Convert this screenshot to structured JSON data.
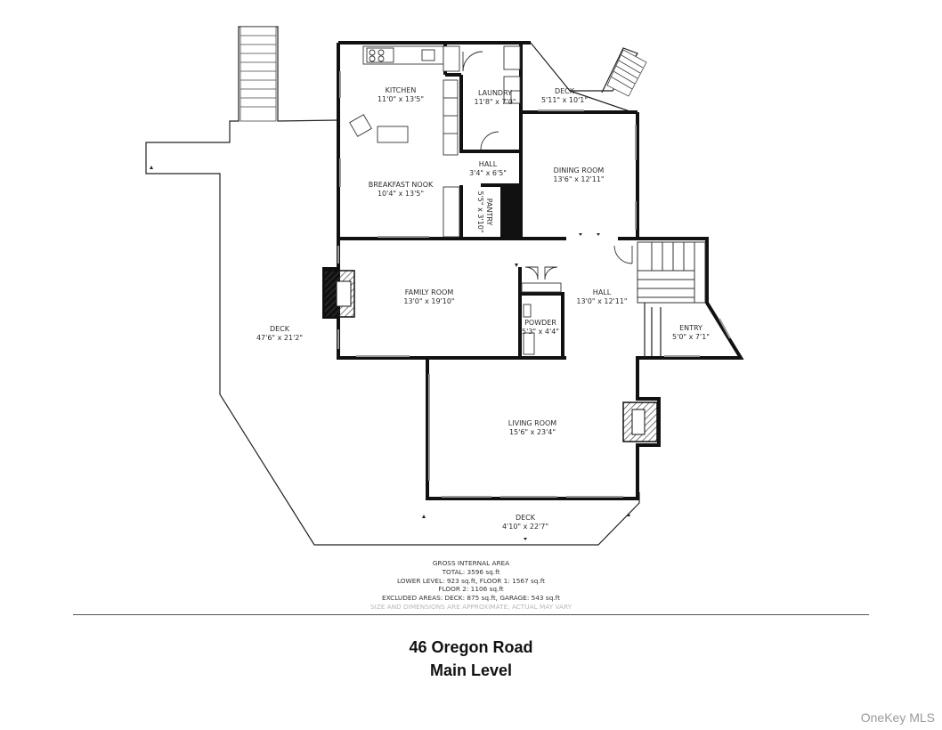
{
  "rooms": [
    {
      "key": "kitchen",
      "name": "KITCHEN",
      "dims": "11'0\" x 13'5\""
    },
    {
      "key": "laundry",
      "name": "LAUNDRY",
      "dims": "11'8\" x 7'0\""
    },
    {
      "key": "deck_ne",
      "name": "DECK",
      "dims": "5'11\" x 10'1\""
    },
    {
      "key": "hall_upper",
      "name": "HALL",
      "dims": "3'4\" x 6'5\""
    },
    {
      "key": "breakfast",
      "name": "BREAKFAST NOOK",
      "dims": "10'4\" x 13'5\""
    },
    {
      "key": "dining",
      "name": "DINING ROOM",
      "dims": "13'6\" x 12'11\""
    },
    {
      "key": "pantry",
      "name": "PANTRY",
      "dims": "5'5\" x 3'10\""
    },
    {
      "key": "family",
      "name": "FAMILY ROOM",
      "dims": "13'0\" x 19'10\""
    },
    {
      "key": "hall_main",
      "name": "HALL",
      "dims": "13'0\" x 12'11\""
    },
    {
      "key": "powder",
      "name": "POWDER",
      "dims": "5'3\" x 4'4\""
    },
    {
      "key": "entry",
      "name": "ENTRY",
      "dims": "5'0\" x 7'1\""
    },
    {
      "key": "deck_west",
      "name": "DECK",
      "dims": "47'6\" x 21'2\""
    },
    {
      "key": "living",
      "name": "LIVING ROOM",
      "dims": "15'6\" x 23'4\""
    },
    {
      "key": "deck_south",
      "name": "DECK",
      "dims": "4'10\" x 22'7\""
    }
  ],
  "area_summary": {
    "heading": "GROSS INTERNAL AREA",
    "total": "TOTAL: 3596 sq.ft",
    "levels": "LOWER LEVEL: 923 sq.ft, FLOOR 1: 1567 sq.ft",
    "floor2": "FLOOR 2: 1106 sq.ft",
    "excluded": "EXCLUDED AREAS: DECK: 875 sq.ft, GARAGE: 543 sq.ft",
    "disclaimer": "SIZE AND DIMENSIONS ARE APPROXIMATE, ACTUAL MAY VARY"
  },
  "title": {
    "address": "46 Oregon Road",
    "level": "Main Level"
  },
  "watermark": "OneKey MLS",
  "colors": {
    "wall": "#111111",
    "thin_line": "#222222",
    "hatch": "#555555",
    "window": "#9a9a9a"
  }
}
